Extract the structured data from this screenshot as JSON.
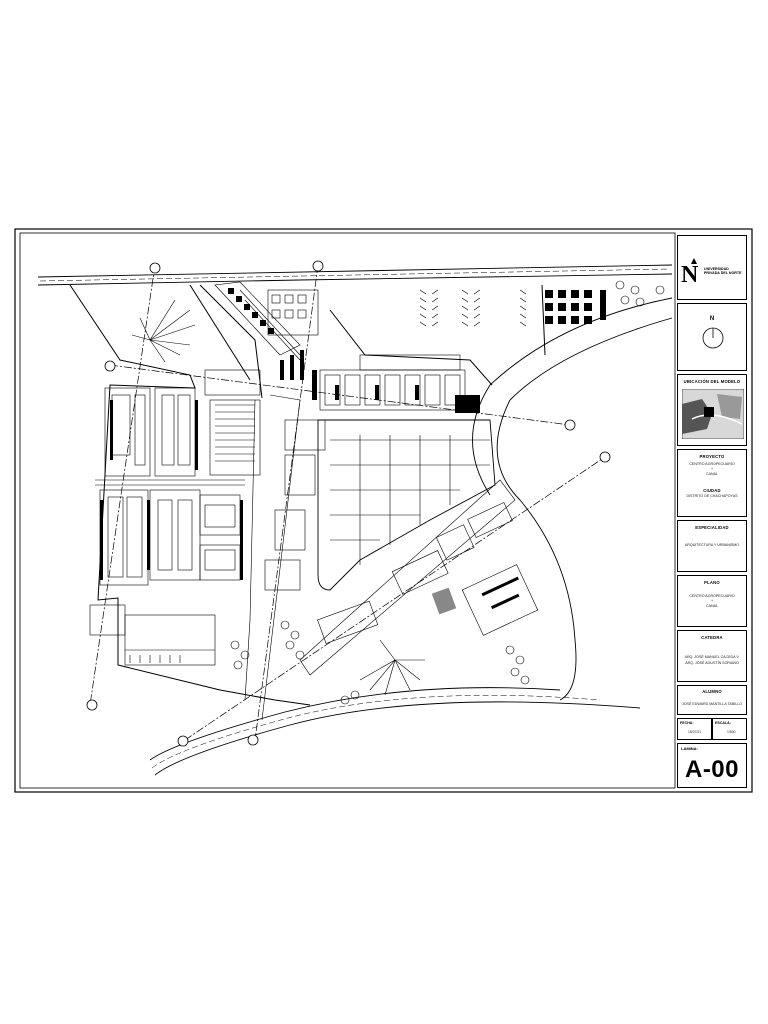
{
  "title_block": {
    "university": {
      "line1": "UNIVERSIDAD",
      "line2": "PRIVADA DEL NORTE"
    },
    "north_label": "N",
    "location_header": "UBICACIÓN DEL MODELO",
    "project": {
      "header": "PROYECTO",
      "line1": "CENTRO AGROPECUARIO",
      "line2": "+",
      "line3": "CANAL"
    },
    "city": {
      "header": "CIUDAD",
      "value": "DISTRITO DE CHACHAPOYAS"
    },
    "specialty": {
      "header": "ESPECIALIDAD",
      "value": "ARQUITECTURA Y URBANISMO"
    },
    "plan": {
      "header": "PLANO",
      "line1": "CENTRO AGROPECUARIO",
      "line2": "+",
      "line3": "CANAL"
    },
    "chair": {
      "header": "CATEDRA",
      "line1": "ARQ. JOSÉ MANUEL CACEDA V.",
      "line2": "ARQ. JOSÉ AGUSTÍN SORIANO"
    },
    "student": {
      "header": "ALUMNO",
      "value": "JOSÉ EDWARD MANTILLA TABILLO"
    },
    "date": {
      "label": "FECHA:",
      "value": "15/07/21"
    },
    "scale": {
      "label": "ESCALA:",
      "value": "1/500"
    },
    "sheet": {
      "label": "LAMINA:",
      "code": "A-00"
    }
  }
}
